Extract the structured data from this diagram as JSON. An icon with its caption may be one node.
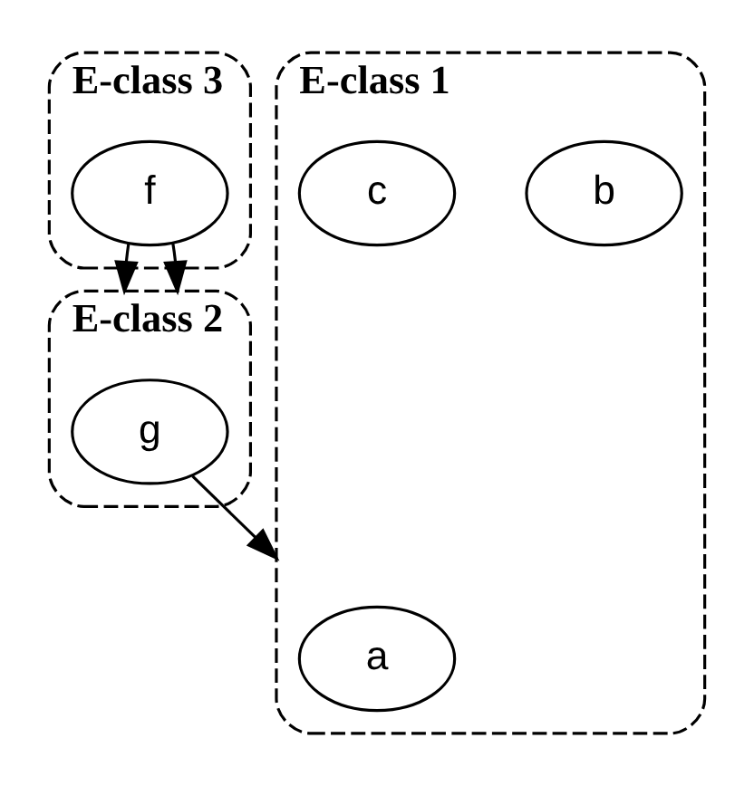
{
  "diagram": {
    "nodes": [
      {
        "text": [
          "E-class 3"
        ]
      },
      {
        "text": [
          "f"
        ],
        "in": 0
      },
      {
        "text": [
          "E-class 2"
        ]
      },
      {
        "text": [
          "g"
        ],
        "in": 2
      },
      {
        "text": [
          "E-class 1"
        ]
      },
      {
        "text": [
          "a"
        ],
        "in": 4
      },
      {
        "text": [
          "b"
        ],
        "in": 4
      },
      {
        "text": [
          "c"
        ],
        "in": 4
      }
    ],
    "edges": [
      {
        "from": 1,
        "to": 2,
        "arrow": "to"
      },
      {
        "from": 1,
        "to": 2,
        "arrow": "to"
      },
      {
        "from": 3,
        "to": 4,
        "arrow": "to"
      }
    ]
  }
}
